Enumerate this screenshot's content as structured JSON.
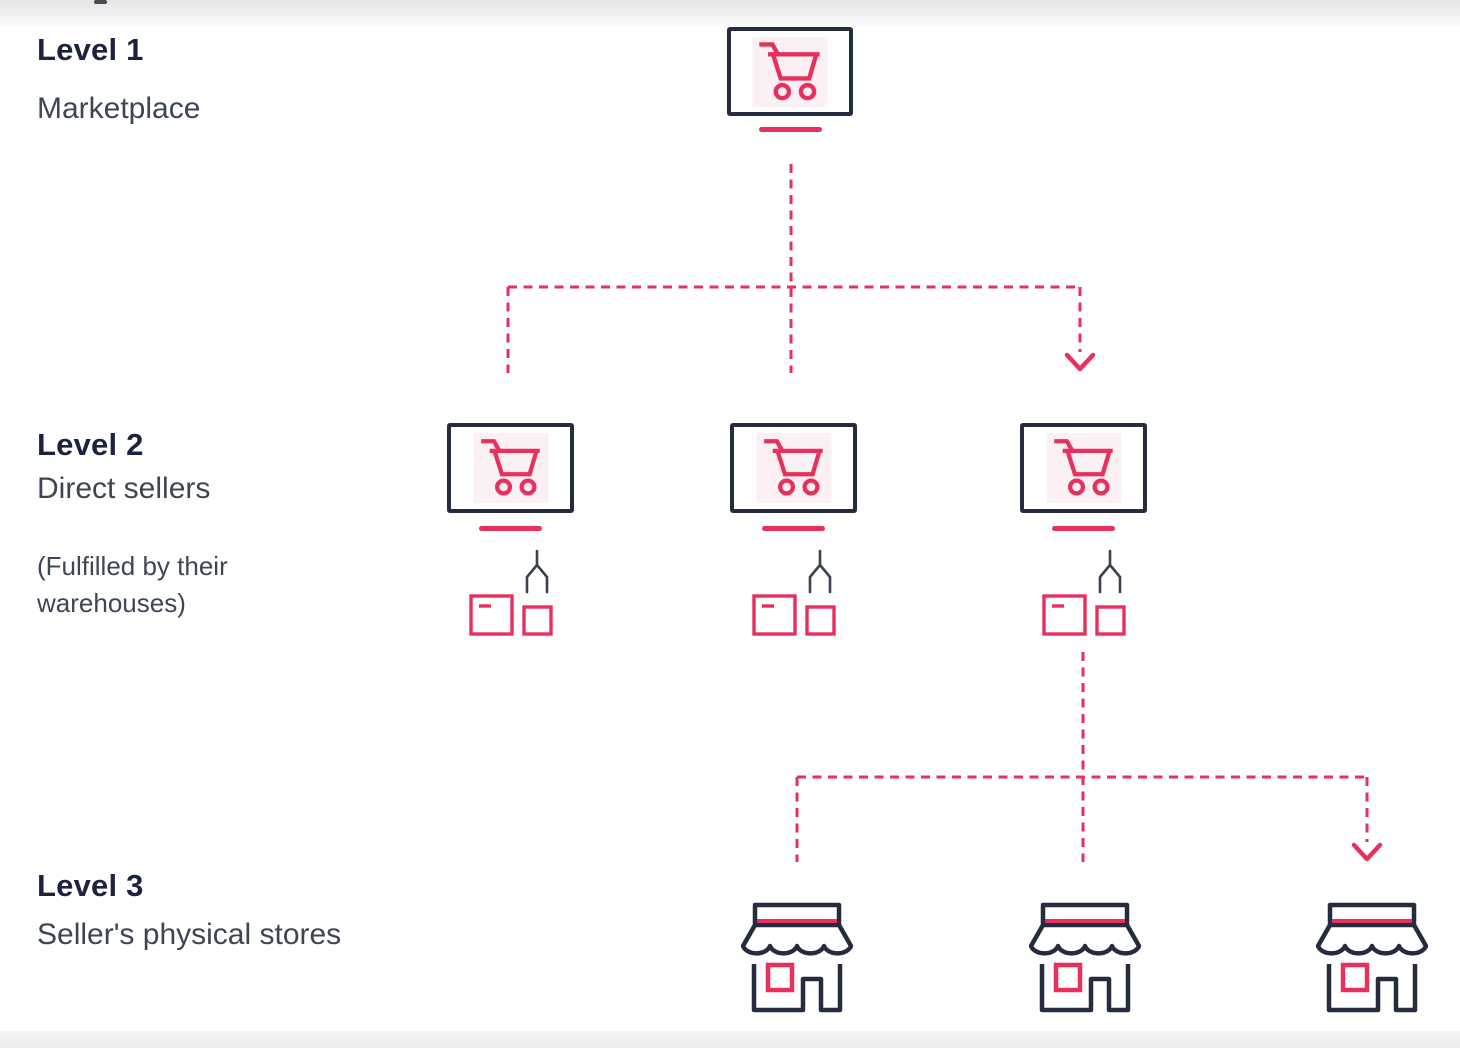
{
  "diagram": {
    "levels": [
      {
        "id": "level-1",
        "title": "Level 1",
        "subtitle": "Marketplace",
        "note": "",
        "node_count": 1,
        "node_icon": "monitor-with-shopping-cart-icon"
      },
      {
        "id": "level-2",
        "title": "Level 2",
        "subtitle": "Direct sellers",
        "note": "(Fulfilled by their warehouses)",
        "node_count": 3,
        "node_icon": "monitor-with-shopping-cart-icon",
        "sub_icon": "claw-with-warehouse-boxes-icon"
      },
      {
        "id": "level-3",
        "title": "Level 3",
        "subtitle": "Seller's physical stores",
        "note": "",
        "node_count": 3,
        "node_icon": "storefront-awning-icon"
      }
    ],
    "connectors": [
      {
        "from": "level-1-marketplace",
        "to": "level-2-direct-sellers",
        "style": "dashed",
        "branches": 3,
        "arrowhead": "rightmost-branch-only"
      },
      {
        "from": "level-2-direct-seller-3",
        "to": "level-3-physical-stores",
        "style": "dashed",
        "branches": 3,
        "arrowhead": "rightmost-branch-only"
      }
    ],
    "colors": {
      "accent_pink": "#E7315C",
      "pink_tint": "#FBF0F3",
      "navy_outline": "#252C3F",
      "claw_gray": "#3A4150",
      "heading_text": "#1C2340",
      "body_text": "#3D4654",
      "band_gray": "#ECECEE"
    }
  }
}
